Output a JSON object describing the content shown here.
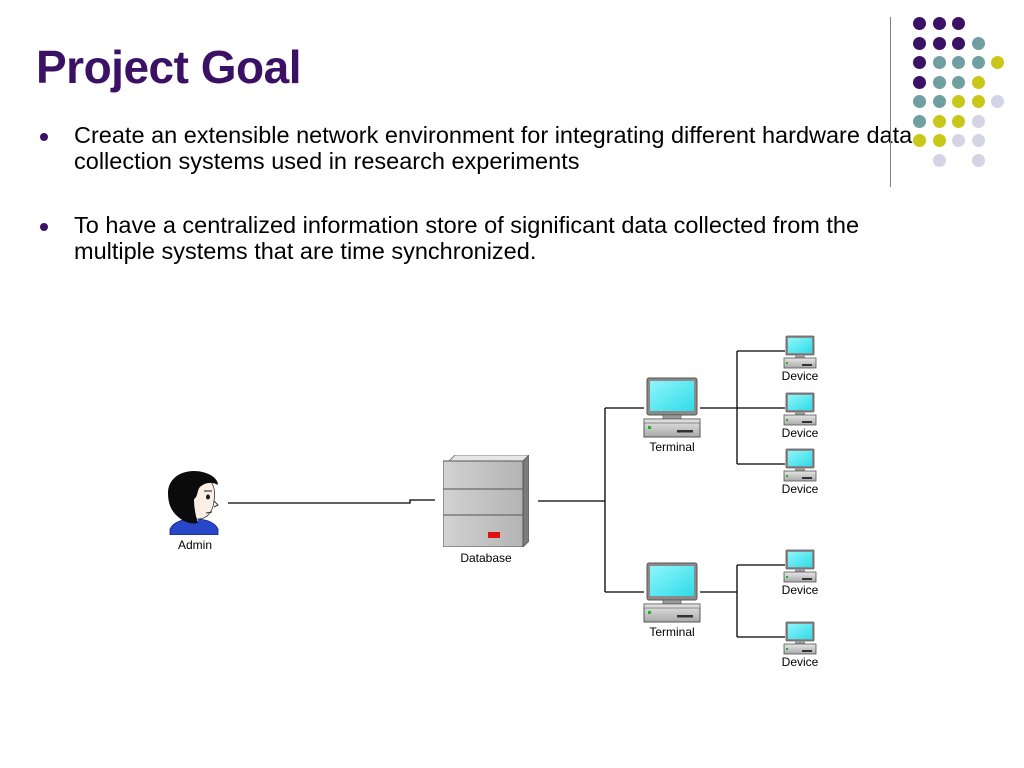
{
  "slide": {
    "title": "Project Goal",
    "bullets": [
      "Create an extensible network environment for integrating different hardware data collection systems used in research experiments",
      "To have a centralized information store of significant data collected from the multiple systems that are time synchronized."
    ]
  },
  "colors": {
    "title": "#3b1166",
    "purple": "#3b1166",
    "teal": "#6f9fa0",
    "olive": "#c9c81a",
    "lavender": "#d4d4e6",
    "connector": "#000000",
    "screen": "#3fe6f0"
  },
  "decoration": {
    "dot_grid": [
      [
        "purple",
        "purple",
        "purple",
        "none",
        "none"
      ],
      [
        "purple",
        "purple",
        "purple",
        "teal",
        "none"
      ],
      [
        "purple",
        "teal",
        "teal",
        "teal",
        "olive"
      ],
      [
        "purple",
        "teal",
        "teal",
        "olive",
        "none"
      ],
      [
        "teal",
        "teal",
        "olive",
        "olive",
        "lavender"
      ],
      [
        "teal",
        "olive",
        "olive",
        "lavender",
        "none"
      ],
      [
        "olive",
        "olive",
        "lavender",
        "lavender",
        "none"
      ],
      [
        "none",
        "lavender",
        "none",
        "lavender",
        "none"
      ]
    ]
  },
  "diagram": {
    "admin": {
      "label": "Admin",
      "icon": "person-icon"
    },
    "database": {
      "label": "Database",
      "icon": "server-icon"
    },
    "terminals": [
      {
        "label": "Terminal",
        "icon": "computer-icon",
        "devices": [
          "Device",
          "Device",
          "Device"
        ]
      },
      {
        "label": "Terminal",
        "icon": "computer-icon",
        "devices": [
          "Device",
          "Device"
        ]
      }
    ]
  }
}
